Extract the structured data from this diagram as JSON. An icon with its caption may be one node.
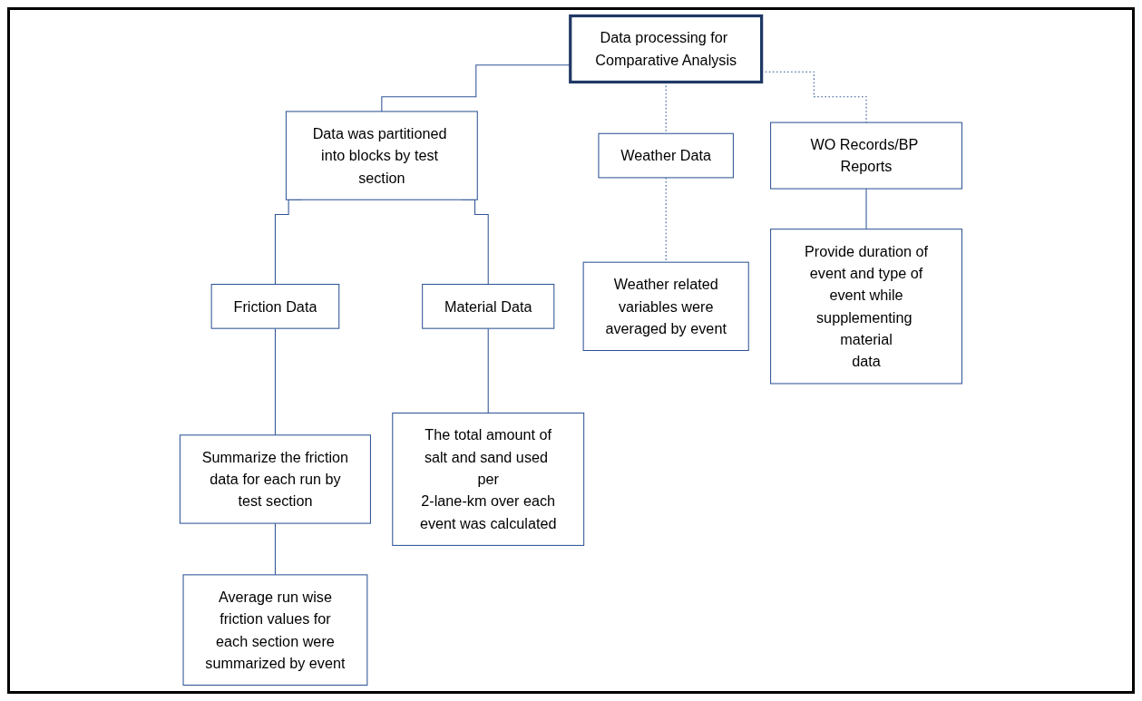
{
  "diagram": {
    "nodes": [
      {
        "text": [
          "Data processing for Comparative Analysis"
        ]
      },
      {
        "text": [
          "Data was partitioned into blocks by test section"
        ]
      },
      {
        "text": [
          "Friction Data"
        ]
      },
      {
        "text": [
          "Material Data"
        ]
      },
      {
        "text": [
          "Weather Data"
        ]
      },
      {
        "text": [
          "WO Records/BP Reports"
        ]
      },
      {
        "text": [
          "Summarize the friction data for each run by test section"
        ]
      },
      {
        "text": [
          "The total amount of salt and sand used per 2-lane-km over each event was calculated"
        ]
      },
      {
        "text": [
          "Weather related variables were averaged by event"
        ]
      },
      {
        "text": [
          "Average run wise friction values for each section were summarized by event"
        ]
      },
      {
        "text": [
          "Provide duration of event and type of event while supplementing material data"
        ]
      }
    ],
    "edges": [
      {
        "from": 0,
        "to": 1,
        "arrow": "none"
      },
      {
        "from": 0,
        "to": 4,
        "arrow": "none",
        "style": "dashed"
      },
      {
        "from": 0,
        "to": 5,
        "arrow": "none",
        "style": "dashed"
      },
      {
        "from": 1,
        "to": 2,
        "arrow": "none"
      },
      {
        "from": 1,
        "to": 3,
        "arrow": "none"
      },
      {
        "from": 2,
        "to": 6,
        "arrow": "none"
      },
      {
        "from": 3,
        "to": 7,
        "arrow": "none"
      },
      {
        "from": 4,
        "to": 8,
        "arrow": "none",
        "style": "dashed"
      },
      {
        "from": 5,
        "to": 10,
        "arrow": "none"
      },
      {
        "from": 6,
        "to": 9,
        "arrow": "none"
      }
    ]
  }
}
